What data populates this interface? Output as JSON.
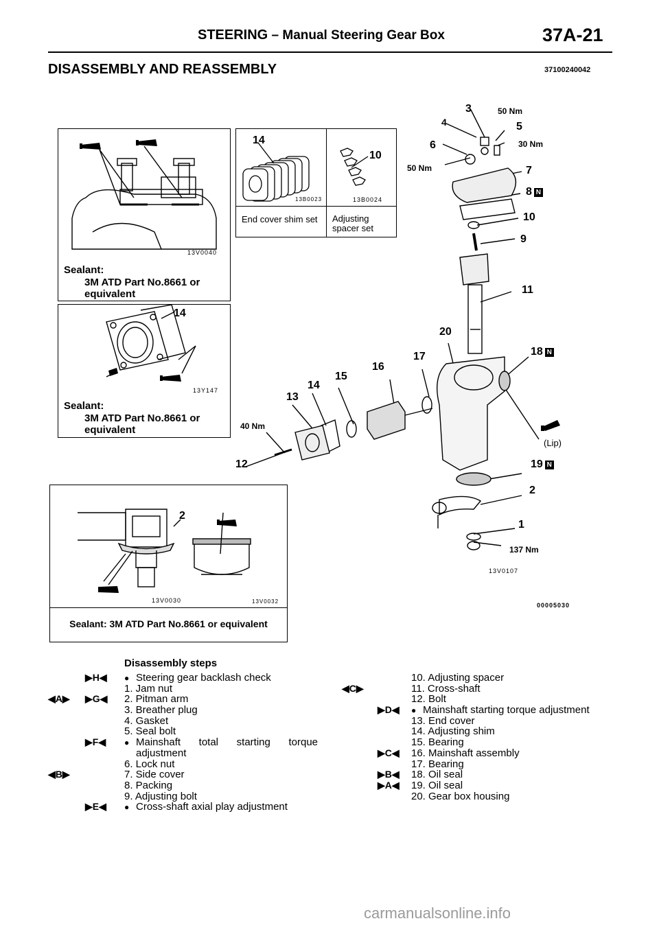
{
  "header": {
    "title_prefix": "STEERING",
    "title_dash": " – ",
    "title_rest": "Manual Steering Gear Box",
    "page": "37A-21"
  },
  "section": {
    "title": "DISASSEMBLY AND REASSEMBLY",
    "code": "37100240042"
  },
  "figures": {
    "top_left": {
      "code": "13V0040",
      "sealant": [
        "Sealant:",
        "3M ATD Part No.8661 or",
        "equivalent"
      ]
    },
    "shims": {
      "label_14": "14",
      "label_10": "10",
      "code_left": "13B0023",
      "code_right": "13B0024",
      "left_caption": "End cover shim set",
      "right_caption": "Adjusting spacer set"
    },
    "mid_left": {
      "label": "14",
      "code": "13Y147",
      "sealant": [
        "Sealant:",
        "3M ATD Part No.8661 or",
        "equivalent"
      ]
    },
    "bottom_left": {
      "label": "2",
      "code_left": "13V0030",
      "code_right": "13V0032",
      "sealant": "Sealant: 3M ATD Part No.8661 or equivalent"
    },
    "main": {
      "code": "13V0107",
      "ref": "00005030",
      "lip": "(Lip)",
      "callouts": {
        "c1": "1",
        "c2": "2",
        "c3": "3",
        "c4": "4",
        "c5": "5",
        "c6": "6",
        "c7": "7",
        "c8": "8",
        "c9": "9",
        "c10": "10",
        "c11": "11",
        "c12": "12",
        "c13": "13",
        "c14": "14",
        "c15": "15",
        "c16": "16",
        "c17": "17",
        "c18": "18",
        "c19": "19",
        "c20": "20"
      },
      "torques": {
        "t50a": "50 Nm",
        "t30": "30 Nm",
        "t50b": "50 Nm",
        "t40": "40 Nm",
        "t137": "137 Nm"
      },
      "new_part_badge": "N"
    }
  },
  "steps": {
    "title": "Disassembly steps",
    "bullet": "●",
    "left": [
      {
        "ma": "",
        "mb": "▶H◀",
        "text": "Steering gear backlash check",
        "bullet": true
      },
      {
        "ma": "",
        "mb": "",
        "text": "1. Jam nut"
      },
      {
        "ma": "◀A▶",
        "mb": "▶G◀",
        "text": "2. Pitman arm"
      },
      {
        "ma": "",
        "mb": "",
        "text": "3. Breather plug"
      },
      {
        "ma": "",
        "mb": "",
        "text": "4. Gasket"
      },
      {
        "ma": "",
        "mb": "",
        "text": "5. Seal bolt"
      },
      {
        "ma": "",
        "mb": "▶F◀",
        "text": "Mainshaft total starting torque",
        "bullet": true,
        "justify": true
      },
      {
        "ma": "",
        "mb": "",
        "text": "adjustment",
        "indent": true
      },
      {
        "ma": "",
        "mb": "",
        "text": "6. Lock nut"
      },
      {
        "ma": "◀B▶",
        "mb": "",
        "text": "7. Side cover"
      },
      {
        "ma": "",
        "mb": "",
        "text": "8. Packing"
      },
      {
        "ma": "",
        "mb": "",
        "text": "9. Adjusting bolt"
      },
      {
        "ma": "",
        "mb": "▶E◀",
        "text": "Cross-shaft axial play adjustment",
        "bullet": true
      }
    ],
    "right": [
      {
        "ma": "",
        "mb": "",
        "text": "10. Adjusting spacer"
      },
      {
        "ma": "◀C▶",
        "mb": "",
        "text": "11. Cross-shaft"
      },
      {
        "ma": "",
        "mb": "",
        "text": "12. Bolt"
      },
      {
        "ma": "",
        "mb": "▶D◀",
        "text": "Mainshaft starting torque adjustment",
        "bullet": true
      },
      {
        "ma": "",
        "mb": "",
        "text": "13. End cover"
      },
      {
        "ma": "",
        "mb": "",
        "text": "14. Adjusting shim"
      },
      {
        "ma": "",
        "mb": "",
        "text": "15. Bearing"
      },
      {
        "ma": "",
        "mb": "▶C◀",
        "text": "16. Mainshaft assembly"
      },
      {
        "ma": "",
        "mb": "",
        "text": "17. Bearing"
      },
      {
        "ma": "",
        "mb": "▶B◀",
        "text": "18. Oil seal"
      },
      {
        "ma": "",
        "mb": "▶A◀",
        "text": "19. Oil seal"
      },
      {
        "ma": "",
        "mb": "",
        "text": "20. Gear box housing"
      }
    ]
  },
  "watermark": "carmanualsonline.info"
}
